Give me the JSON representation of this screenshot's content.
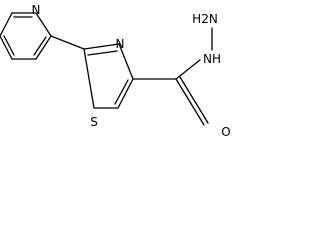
{
  "labels": {
    "pyridine_n": "N",
    "thiazole_n": "N",
    "thiazole_s": "S",
    "hydrazide_nh2": "H2N",
    "hydrazide_nh": "NH",
    "carbonyl_o": "O"
  },
  "colors": {
    "bond": "#000000",
    "background": "#ffffff"
  }
}
